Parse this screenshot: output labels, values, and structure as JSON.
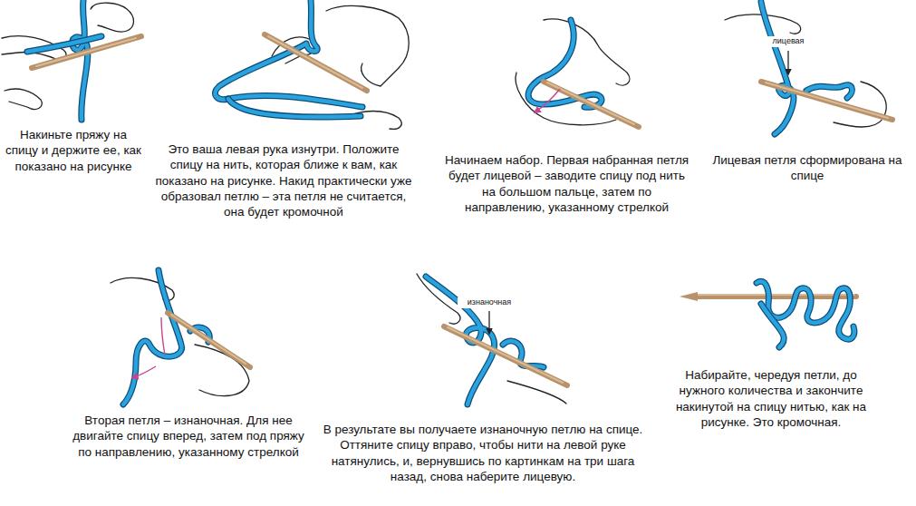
{
  "diagram": {
    "labels": [
      "Накиньте пряжу на спицу и держите ее, как показано на рисунке",
      "Это ваша левая рука изнутри. Положите спицу на нить, которая ближе к вам, как показано на рисунке. Накид практически уже образовал петлю – эта петля не считается, она будет кромочной",
      "Начинаем набор. Первая набранная петля будет лицевой – заводите спицу под нить на большом пальце, затем по направлению, указанному стрелкой",
      "лицевая",
      "Лицевая петля сформирована на спице",
      "Вторая петля – изнаночная. Для нее двигайте спицу вперед, затем под пряжу по направлению, указанному стрелкой",
      "изнаночная",
      "В результате вы получаете изнаночную петлю на спице. Оттяните спицу вправо, чтобы нити на левой руке натянулись, и, вернувшись по картинкам на три шага назад, снова наберите лицевую.",
      "Набирайте, чередуя петли, до нужного количества и закончите накинутой на спицу нитью, как на рисунке. Это кромочная."
    ]
  }
}
